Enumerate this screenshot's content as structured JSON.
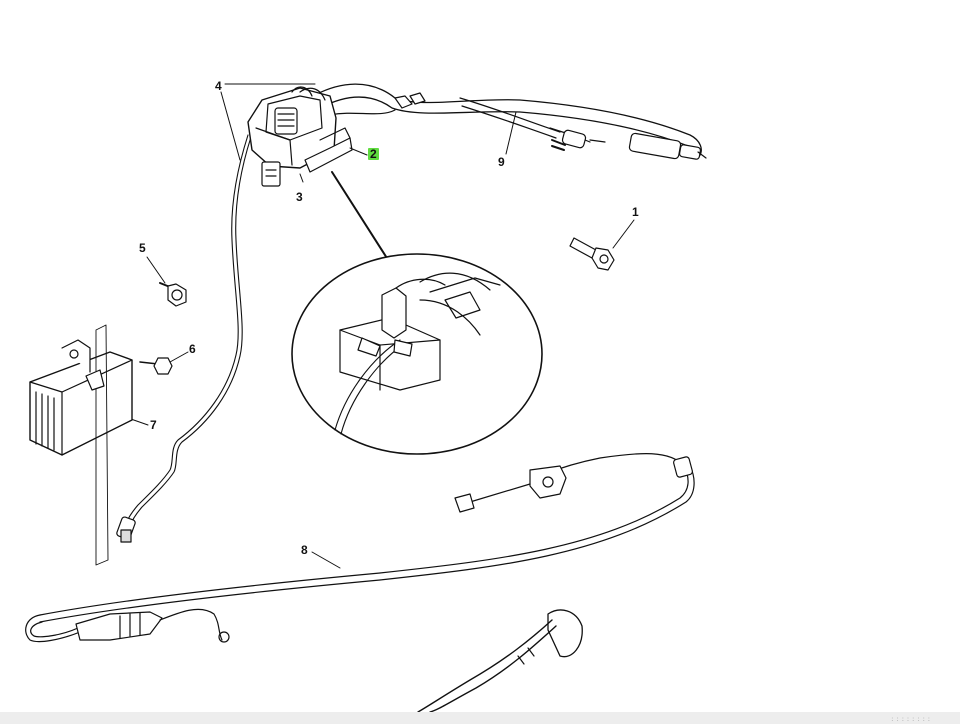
{
  "diagram": {
    "callouts": [
      {
        "id": "1",
        "label": "1",
        "highlighted": false
      },
      {
        "id": "2",
        "label": "2",
        "highlighted": true
      },
      {
        "id": "3",
        "label": "3",
        "highlighted": false
      },
      {
        "id": "4",
        "label": "4",
        "highlighted": false
      },
      {
        "id": "5",
        "label": "5",
        "highlighted": false
      },
      {
        "id": "6",
        "label": "6",
        "highlighted": false
      },
      {
        "id": "7",
        "label": "7",
        "highlighted": false
      },
      {
        "id": "8",
        "label": "8",
        "highlighted": false
      },
      {
        "id": "9",
        "label": "9",
        "highlighted": false
      }
    ],
    "highlight_color": "#5fdc3f"
  },
  "footer": {
    "dots": "::::::::"
  }
}
